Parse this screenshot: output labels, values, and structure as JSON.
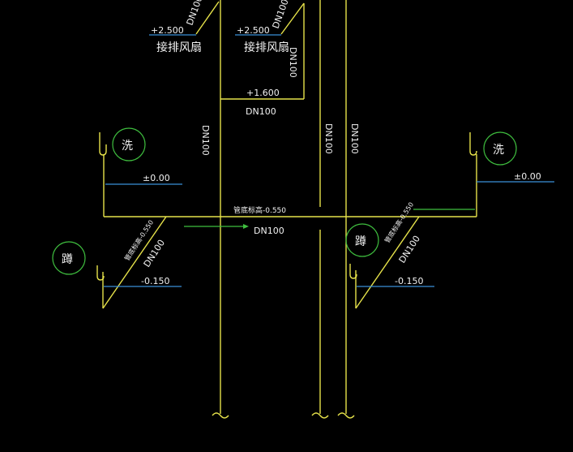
{
  "labels": {
    "dn100": "DN100",
    "elev_2500": "+2.500",
    "elev_1600": "+1.600",
    "elev_000": "±0.00",
    "elev_m0150": "-0.150",
    "exhaust_fan": "接排风扇",
    "pipe_bottom_elev": "管底标高-0.550",
    "pipe_bottom_elev_slant": "管底标高-0.550",
    "wash": "洗",
    "squat": "蹲"
  },
  "colors": {
    "pipe": "#e6e24a",
    "level_line": "#3a8fd8",
    "circle": "#3fbf3f",
    "text": "#f2f2f2",
    "background": "#000000"
  }
}
